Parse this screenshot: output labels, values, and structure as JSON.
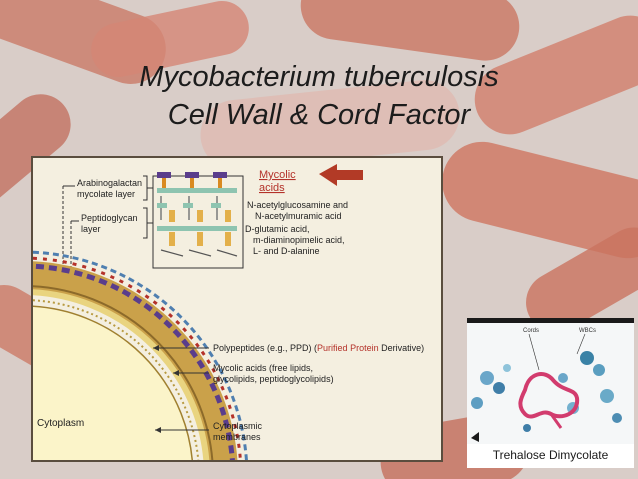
{
  "slide": {
    "title_line1": "Mycobacterium tuberculosis",
    "title_line2": "Cell Wall & Cord Factor"
  },
  "diagram": {
    "labels": {
      "arabinogalactan": "Arabinogalactan",
      "mycolate_layer": "mycolate layer",
      "peptidoglycan": "Peptidoglycan",
      "layer": "layer",
      "mycolic_acids_1": "Mycolic",
      "mycolic_acids_2": "acids",
      "nag_1": "N-acetylglucosamine and",
      "nag_2": "N-acetylmuramic acid",
      "dglu_1": "D-glutamic acid,",
      "dglu_2": "m-diaminopimelic acid,",
      "dglu_3": "L- and D-alanine",
      "polypeptides_a": "Polypeptides (e.g., PPD) (",
      "polypeptides_b": "Purified ",
      "polypeptides_c": "Protein",
      "polypeptides_d": " Derivative)",
      "mycolic_free_1": "Mycolic acids (free lipids,",
      "mycolic_free_2": "glycolipids, peptidoglycolipids)",
      "cytoplasm": "Cytoplasm",
      "cyto_membranes_1": "Cytoplasmic",
      "cyto_membranes_2": "membranes"
    },
    "colors": {
      "highlight_red": "#b4322a",
      "arrow_red": "#b23a26",
      "purple": "#5a3d8c",
      "orange": "#e0a030",
      "teal": "#7fb7a8"
    }
  },
  "micrograph": {
    "label_cords": "Cords",
    "label_wbcs": "WBCs"
  },
  "caption": "Trehalose Dimycolate"
}
